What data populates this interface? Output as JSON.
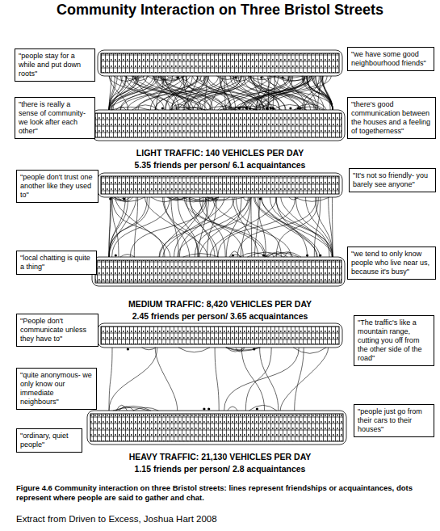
{
  "diagram": {
    "title": "Community Interaction on Three Bristol Streets",
    "caption": "Figure 4.6 Community interaction on three Bristol streets: lines represent friendships or acquaintances, dots represent where people are said to gather and chat.",
    "nodes": [
      {
        "text": [
          "\"people stay for a while and put down roots\""
        ]
      },
      {
        "text": [
          "\"we have some good neighbourhood friends\""
        ]
      },
      {
        "text": [
          "\"there is really a sense of community- we look after each other\""
        ]
      },
      {
        "text": [
          "\"there's good communication between the houses and a feeling of togetherness\""
        ]
      },
      {
        "text": [
          "\"people don't trust one another like they used to\""
        ]
      },
      {
        "text": [
          "\"It's not so friendly- you barely see anyone\""
        ]
      },
      {
        "text": [
          "\"local chatting is quite a thing\""
        ]
      },
      {
        "text": [
          "\"we tend to only know people who live near us, because it's busy\""
        ]
      },
      {
        "text": [
          "\"People don't communicate unless they have to\""
        ]
      },
      {
        "text": [
          "\"The traffic's like a mountain range, cutting you off from the other side of the road\""
        ]
      },
      {
        "text": [
          "\"quite anonymous- we only know our immediate neighbours\""
        ]
      },
      {
        "text": [
          "\"people just go from their cars to their houses\""
        ]
      },
      {
        "text": [
          "\"ordinary, quiet people\""
        ]
      }
    ],
    "labels": [
      "LIGHT TRAFFIC: 140 VEHICLES PER DAY",
      "5.35 friends per person/ 6.1 acquaintances",
      "MEDIUM TRAFFIC: 8,420 VEHICLES PER DAY",
      "2.45 friends per person/ 3.65 acquaintances",
      "HEAVY TRAFFIC: 21,130 VEHICLES PER DAY",
      "1.15 friends per person/ 2.8 acquaintances",
      "Extract from Driven to Excess, Joshua Hart 2008"
    ]
  }
}
